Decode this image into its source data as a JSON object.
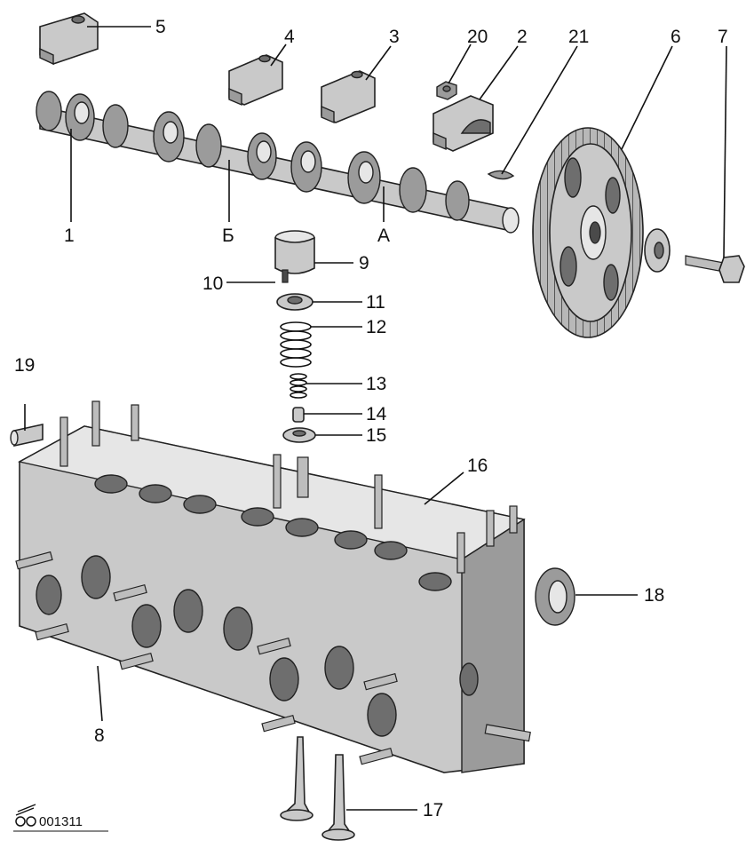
{
  "callouts": [
    "1",
    "2",
    "3",
    "4",
    "5",
    "6",
    "7",
    "8",
    "9",
    "10",
    "11",
    "12",
    "13",
    "14",
    "15",
    "16",
    "17",
    "18",
    "19",
    "20",
    "21"
  ],
  "markers": {
    "a": "А",
    "b": "Б"
  },
  "figure_code": "001311"
}
